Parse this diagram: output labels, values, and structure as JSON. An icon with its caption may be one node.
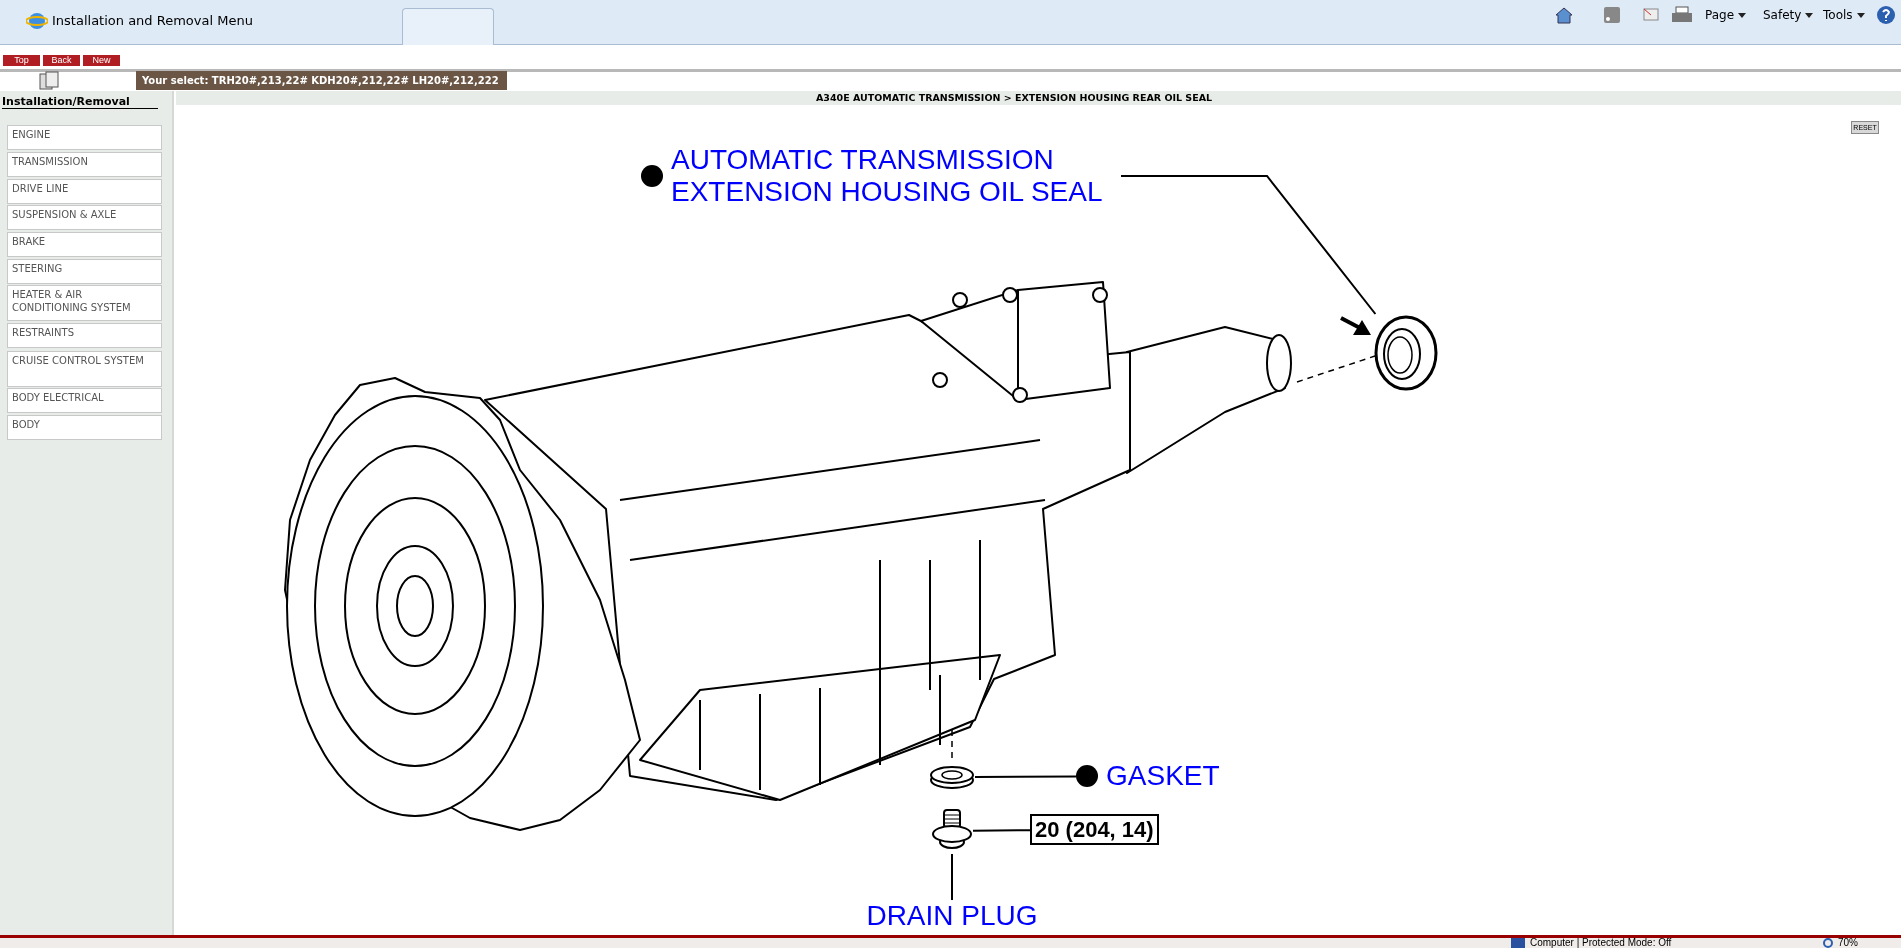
{
  "diagram": {
    "nodes": [
      {
        "text": [
          "AUTOMATIC TRANSMISSION EXTENSION HOUSING OIL SEAL"
        ]
      },
      {
        "text": [],
        "shape": "picture"
      },
      {
        "text": [
          "GASKET"
        ]
      },
      {
        "text": [],
        "shape": "picture"
      },
      {
        "text": [
          "20 (204, 14)"
        ]
      },
      {
        "text": [],
        "shape": "picture"
      },
      {
        "text": [
          "DRAIN PLUG"
        ]
      }
    ],
    "edges": [
      {
        "from": 0,
        "to": 1,
        "arrow": "none"
      },
      {
        "from": 2,
        "to": 3,
        "arrow": "none"
      },
      {
        "from": 4,
        "to": 5,
        "arrow": "none"
      },
      {
        "from": 6,
        "to": 5,
        "arrow": "none"
      }
    ],
    "labels": [
      "Installation and Removal Menu",
      "Page",
      "Safety",
      "Tools",
      "Top",
      "Back",
      "New",
      "Your select: TRH20#,213,22# KDH20#,212,22# LH20#,212,222",
      "Installation/Removal",
      "ENGINE",
      "TRANSMISSION",
      "DRIVE LINE",
      "SUSPENSION & AXLE",
      "BRAKE",
      "STEERING",
      "HEATER & AIR CONDITIONING SYSTEM",
      "RESTRAINTS",
      "CRUISE CONTROL SYSTEM",
      "BODY ELECTRICAL",
      "BODY",
      "A340E AUTOMATIC TRANSMISSION > EXTENSION HOUSING REAR OIL SEAL",
      "RESET",
      "Computer | Protected Mode: Off",
      "70%"
    ]
  }
}
